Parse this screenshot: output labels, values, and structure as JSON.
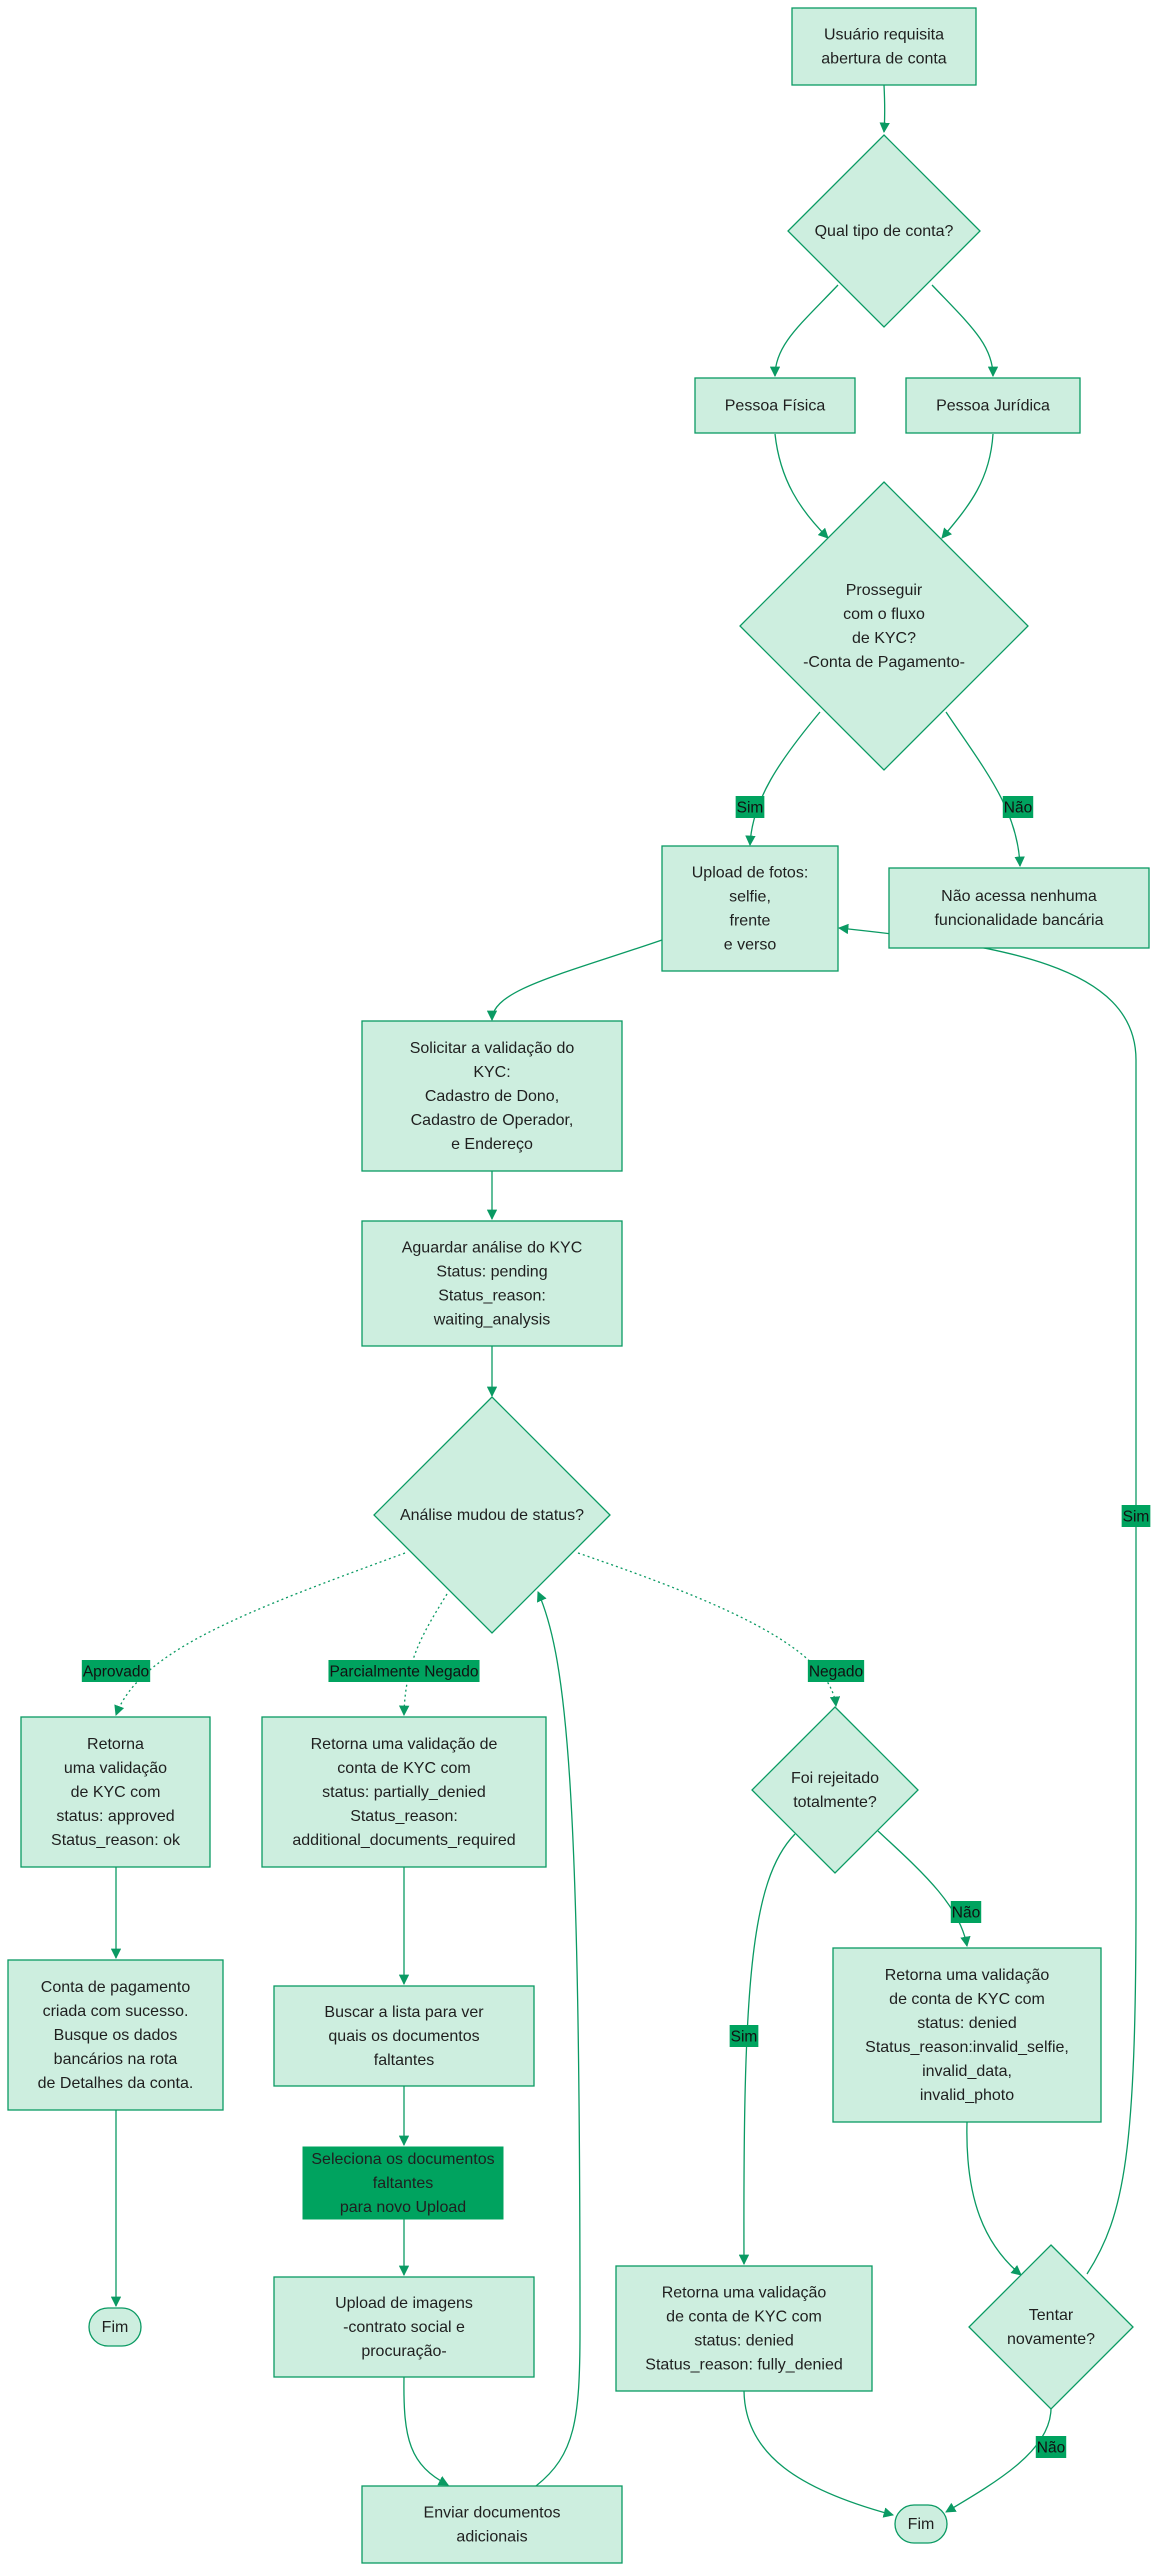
{
  "colors": {
    "node_fill": "#cdeedf",
    "node_stroke": "#0a9a63",
    "highlight": "#00a35f"
  },
  "nodes": [
    {
      "id": "start",
      "shape": "box",
      "lines": [
        "Usuário requisita",
        "abertura de conta"
      ]
    },
    {
      "id": "tipo",
      "shape": "diamond",
      "lines": [
        "Qual tipo de conta?"
      ]
    },
    {
      "id": "pf",
      "shape": "box",
      "lines": [
        "Pessoa Física"
      ]
    },
    {
      "id": "pj",
      "shape": "box",
      "lines": [
        "Pessoa Jurídica"
      ]
    },
    {
      "id": "kyc",
      "shape": "diamond",
      "lines": [
        "Prosseguir",
        "com o fluxo",
        "de KYC?",
        "-Conta de Pagamento-"
      ]
    },
    {
      "id": "upload",
      "shape": "box",
      "lines": [
        "Upload de fotos:",
        "selfie,",
        "frente",
        "e verso"
      ]
    },
    {
      "id": "naoacessa",
      "shape": "box",
      "lines": [
        "Não acessa nenhuma",
        "funcionalidade bancária"
      ]
    },
    {
      "id": "solicitar",
      "shape": "box",
      "lines": [
        "Solicitar a validação do",
        "KYC:",
        "Cadastro de Dono,",
        "Cadastro de Operador,",
        "e Endereço"
      ]
    },
    {
      "id": "aguardar",
      "shape": "box",
      "lines": [
        "Aguardar análise do KYC",
        "Status: pending",
        "Status_reason:",
        "waiting_analysis"
      ]
    },
    {
      "id": "analise",
      "shape": "diamond",
      "lines": [
        "Análise mudou de status?"
      ]
    },
    {
      "id": "aprovado",
      "shape": "box",
      "lines": [
        "Retorna",
        "uma validação",
        "de KYC com",
        "status: approved",
        "Status_reason: ok"
      ]
    },
    {
      "id": "parcial",
      "shape": "box",
      "lines": [
        "Retorna uma validação de",
        "conta de KYC com",
        "status: partially_denied",
        "Status_reason:",
        "additional_documents_required"
      ]
    },
    {
      "id": "rejeitado",
      "shape": "diamond",
      "lines": [
        "Foi rejeitado",
        "totalmente?"
      ]
    },
    {
      "id": "sucesso",
      "shape": "box",
      "lines": [
        "Conta de pagamento",
        "criada com sucesso.",
        "Busque os dados",
        "bancários na rota",
        "de Detalhes da conta."
      ]
    },
    {
      "id": "buscar",
      "shape": "box",
      "lines": [
        "Buscar a lista para ver",
        "quais os documentos",
        "faltantes"
      ]
    },
    {
      "id": "invalid",
      "shape": "box",
      "lines": [
        "Retorna uma validação",
        "de conta de KYC com",
        "status: denied",
        "Status_reason:invalid_selfie,",
        "invalid_data,",
        "invalid_photo"
      ]
    },
    {
      "id": "seleciona",
      "shape": "highlight",
      "lines": [
        "Seleciona os documentos",
        "faltantes",
        "para novo Upload"
      ]
    },
    {
      "id": "uploadimg",
      "shape": "box",
      "lines": [
        "Upload de imagens",
        "-contrato social e",
        "procuração-"
      ]
    },
    {
      "id": "denied",
      "shape": "box",
      "lines": [
        "Retorna uma validação",
        "de conta de KYC com",
        "status: denied",
        "Status_reason: fully_denied"
      ]
    },
    {
      "id": "tentar",
      "shape": "diamond",
      "lines": [
        "Tentar",
        "novamente?"
      ]
    },
    {
      "id": "fim1",
      "shape": "terminal",
      "lines": [
        "Fim"
      ]
    },
    {
      "id": "enviar",
      "shape": "box",
      "lines": [
        "Enviar documentos",
        "adicionais"
      ]
    },
    {
      "id": "fim2",
      "shape": "terminal",
      "lines": [
        "Fim"
      ]
    }
  ],
  "edges": [
    {
      "id": "e-start-tipo",
      "from": "start",
      "to": "tipo"
    },
    {
      "id": "e-tipo-pf",
      "from": "tipo",
      "to": "pf"
    },
    {
      "id": "e-tipo-pj",
      "from": "tipo",
      "to": "pj"
    },
    {
      "id": "e-pf-kyc",
      "from": "pf",
      "to": "kyc"
    },
    {
      "id": "e-pj-kyc",
      "from": "pj",
      "to": "kyc"
    },
    {
      "id": "e-kyc-upload",
      "from": "kyc",
      "to": "upload",
      "label": "Sim"
    },
    {
      "id": "e-kyc-nao",
      "from": "kyc",
      "to": "naoacessa",
      "label": "Não"
    },
    {
      "id": "e-upload-solicitar",
      "from": "upload",
      "to": "solicitar"
    },
    {
      "id": "e-solicitar-aguardar",
      "from": "solicitar",
      "to": "aguardar"
    },
    {
      "id": "e-aguardar-analise",
      "from": "aguardar",
      "to": "analise"
    },
    {
      "id": "e-analise-aprovado",
      "from": "analise",
      "to": "aprovado",
      "label": "Aprovado",
      "dotted": true
    },
    {
      "id": "e-analise-parcial",
      "from": "analise",
      "to": "parcial",
      "label": "Parcialmente Negado",
      "dotted": true
    },
    {
      "id": "e-analise-negado",
      "from": "analise",
      "to": "rejeitado",
      "label": "Negado",
      "dotted": true
    },
    {
      "id": "e-aprovado-sucesso",
      "from": "aprovado",
      "to": "sucesso"
    },
    {
      "id": "e-parcial-buscar",
      "from": "parcial",
      "to": "buscar"
    },
    {
      "id": "e-rej-invalid",
      "from": "rejeitado",
      "to": "invalid",
      "label": "Não"
    },
    {
      "id": "e-rej-denied",
      "from": "rejeitado",
      "to": "denied",
      "label": "Sim"
    },
    {
      "id": "e-sucesso-fim1",
      "from": "sucesso",
      "to": "fim1"
    },
    {
      "id": "e-buscar-seleciona",
      "from": "buscar",
      "to": "seleciona"
    },
    {
      "id": "e-seleciona-uploadimg",
      "from": "seleciona",
      "to": "uploadimg"
    },
    {
      "id": "e-invalid-tentar",
      "from": "invalid",
      "to": "tentar"
    },
    {
      "id": "e-uploadimg-enviar",
      "from": "uploadimg",
      "to": "enviar"
    },
    {
      "id": "e-enviar-analise",
      "from": "enviar",
      "to": "analise"
    },
    {
      "id": "e-denied-fim2",
      "from": "denied",
      "to": "fim2"
    },
    {
      "id": "e-tentar-upload",
      "from": "tentar",
      "to": "upload",
      "label": "Sim"
    },
    {
      "id": "e-tentar-fim2",
      "from": "tentar",
      "to": "fim2",
      "label": "Não"
    }
  ]
}
